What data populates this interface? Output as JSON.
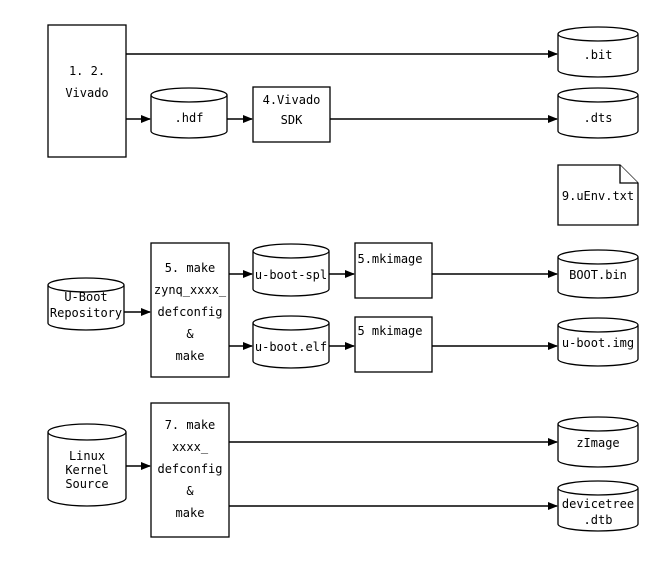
{
  "vivado": {
    "line1": "1. 2.",
    "line2": "Vivado"
  },
  "files": {
    "bit": ".bit",
    "hdf": ".hdf",
    "dts": ".dts",
    "uenv": "9.uEnv.txt",
    "boot_bin": "BOOT.bin",
    "uboot_img": "u-boot.img",
    "zimage": "zImage",
    "devicetree_line1": "devicetree",
    "devicetree_line2": ".dtb",
    "uboot_spl": "u-boot-spl",
    "uboot_elf": "u-boot.elf"
  },
  "sdk": {
    "line1": "4.Vivado",
    "line2": "SDK"
  },
  "uboot_repo": {
    "line1": "U-Boot",
    "line2": "Repository"
  },
  "uboot_make": {
    "line1": "5. make",
    "line2": "zynq_xxxx_",
    "line3": "defconfig",
    "line4": "&",
    "line5": "make"
  },
  "mkimage1": "5.mkimage",
  "mkimage2": "5 mkimage",
  "linux_src": {
    "line1": "Linux",
    "line2": "Kernel",
    "line3": "Source"
  },
  "kernel_make": {
    "line1": "7. make",
    "line2": "xxxx_",
    "line3": "defconfig",
    "line4": "&",
    "line5": "make"
  }
}
